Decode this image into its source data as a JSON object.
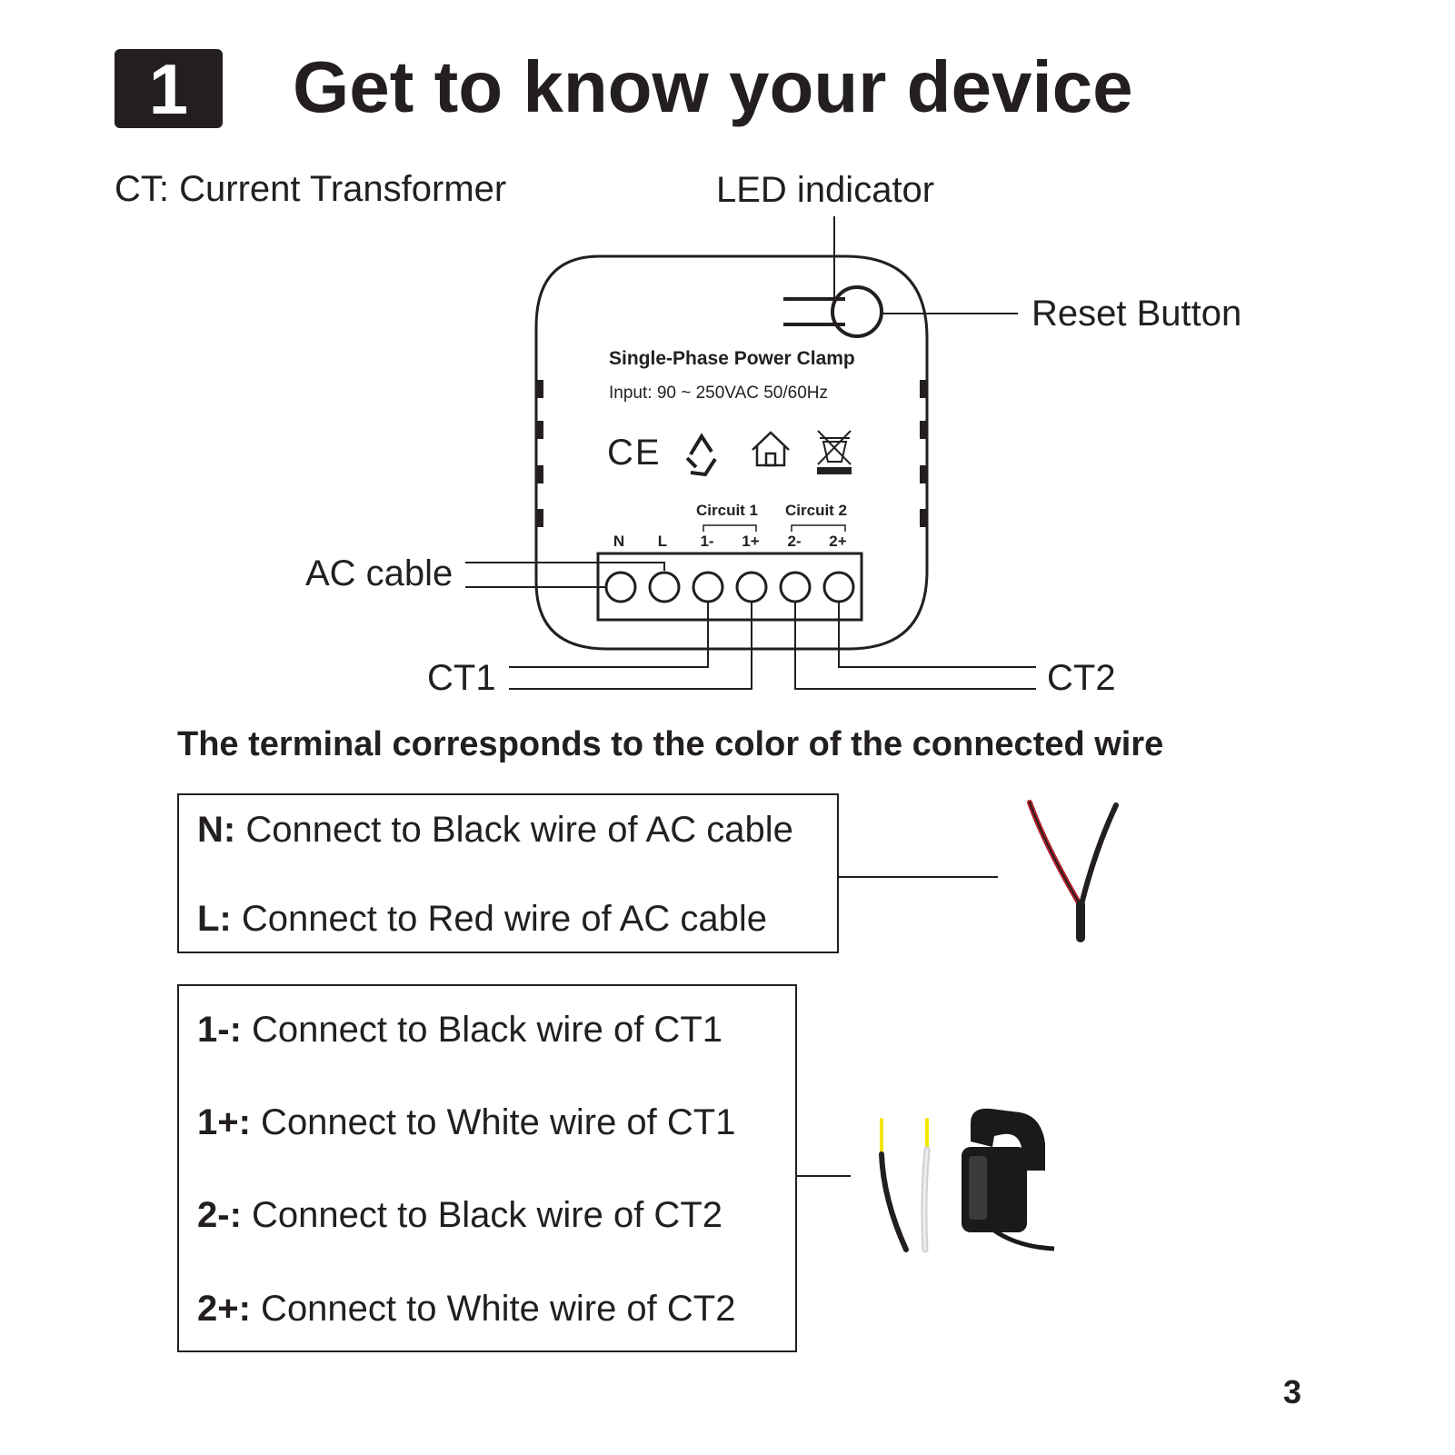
{
  "header": {
    "section_number": "1",
    "title": "Get to know your device"
  },
  "legend_note": "CT: Current Transformer",
  "diagram": {
    "led_label": "LED indicator",
    "reset_label": "Reset Button",
    "ac_label": "AC cable",
    "ct1_label": "CT1",
    "ct2_label": "CT2",
    "device_name": "Single-Phase Power Clamp",
    "device_input": "Input: 90 ~ 250VAC 50/60Hz",
    "ce_mark": "CE",
    "circuit1": "Circuit 1",
    "circuit2": "Circuit 2",
    "terminals": [
      "N",
      "L",
      "1-",
      "1+",
      "2-",
      "2+"
    ]
  },
  "subheading": "The terminal corresponds to the color of the connected wire",
  "ac_box": [
    {
      "term": "N:",
      "text": " Connect to Black wire of AC cable"
    },
    {
      "term": "L:",
      "text": " Connect to Red wire of AC cable"
    }
  ],
  "ct_box": [
    {
      "term": "1-:",
      "text": " Connect to Black wire of CT1"
    },
    {
      "term": "1+:",
      "text": " Connect to White wire of CT1"
    },
    {
      "term": "2-:",
      "text": " Connect to Black wire of CT2"
    },
    {
      "term": "2+:",
      "text": " Connect to White wire of CT2"
    }
  ],
  "page_number": "3",
  "colors": {
    "ink": "#231f20",
    "wire_red": "#b3202a",
    "wire_yellow": "#f2e600"
  }
}
